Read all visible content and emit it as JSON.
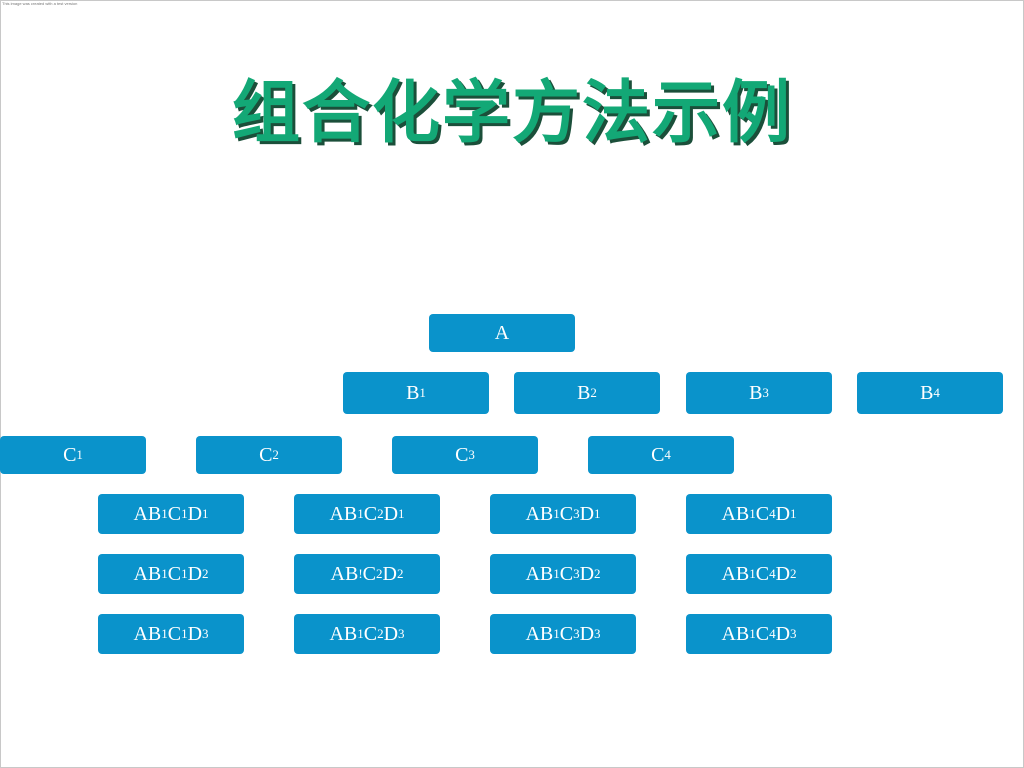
{
  "corner_mark": "This image was created with a test version",
  "title": "组合化学方法示例",
  "rows": {
    "a": [
      {
        "parts": [
          [
            "A",
            ""
          ]
        ]
      }
    ],
    "b": [
      {
        "parts": [
          [
            "B",
            "1"
          ]
        ]
      },
      {
        "parts": [
          [
            "B",
            "2"
          ]
        ]
      },
      {
        "parts": [
          [
            "B",
            "3"
          ]
        ]
      },
      {
        "parts": [
          [
            "B",
            "4"
          ]
        ]
      }
    ],
    "c": [
      {
        "parts": [
          [
            "C",
            "1"
          ]
        ]
      },
      {
        "parts": [
          [
            "C",
            "2"
          ]
        ]
      },
      {
        "parts": [
          [
            "C",
            "3"
          ]
        ]
      },
      {
        "parts": [
          [
            "C",
            "4"
          ]
        ]
      }
    ],
    "d1": [
      {
        "parts": [
          [
            "AB",
            "1"
          ],
          [
            "C",
            "1"
          ],
          [
            "D",
            "1"
          ]
        ]
      },
      {
        "parts": [
          [
            "AB",
            "1"
          ],
          [
            "C",
            "2"
          ],
          [
            "D",
            "1"
          ]
        ]
      },
      {
        "parts": [
          [
            "AB",
            "1"
          ],
          [
            "C",
            "3"
          ],
          [
            "D",
            "1"
          ]
        ]
      },
      {
        "parts": [
          [
            "AB",
            "1"
          ],
          [
            "C",
            "4"
          ],
          [
            "D",
            "1"
          ]
        ]
      }
    ],
    "d2": [
      {
        "parts": [
          [
            "AB",
            "1"
          ],
          [
            "C",
            "1"
          ],
          [
            "D",
            "2"
          ]
        ]
      },
      {
        "parts": [
          [
            "AB",
            "!"
          ],
          [
            "C",
            "2"
          ],
          [
            "D",
            "2"
          ]
        ]
      },
      {
        "parts": [
          [
            "AB",
            "1"
          ],
          [
            "C",
            "3"
          ],
          [
            "D",
            "2"
          ]
        ]
      },
      {
        "parts": [
          [
            "AB",
            "1"
          ],
          [
            "C",
            "4"
          ],
          [
            "D",
            "2"
          ]
        ]
      }
    ],
    "d3": [
      {
        "parts": [
          [
            "AB",
            "1"
          ],
          [
            "C",
            "1"
          ],
          [
            "D",
            "3"
          ]
        ]
      },
      {
        "parts": [
          [
            "AB",
            "1"
          ],
          [
            "C",
            "2"
          ],
          [
            "D",
            "3"
          ]
        ]
      },
      {
        "parts": [
          [
            "AB",
            "1"
          ],
          [
            "C",
            "3"
          ],
          [
            "D",
            "3"
          ]
        ]
      },
      {
        "parts": [
          [
            "AB",
            "1"
          ],
          [
            "C",
            "4"
          ],
          [
            "D",
            "3"
          ]
        ]
      }
    ]
  },
  "colors": {
    "title": "#13a876",
    "title_shadow": "#1b4f3a",
    "box_fill": "#0a93cb",
    "box_text": "#ffffff"
  }
}
